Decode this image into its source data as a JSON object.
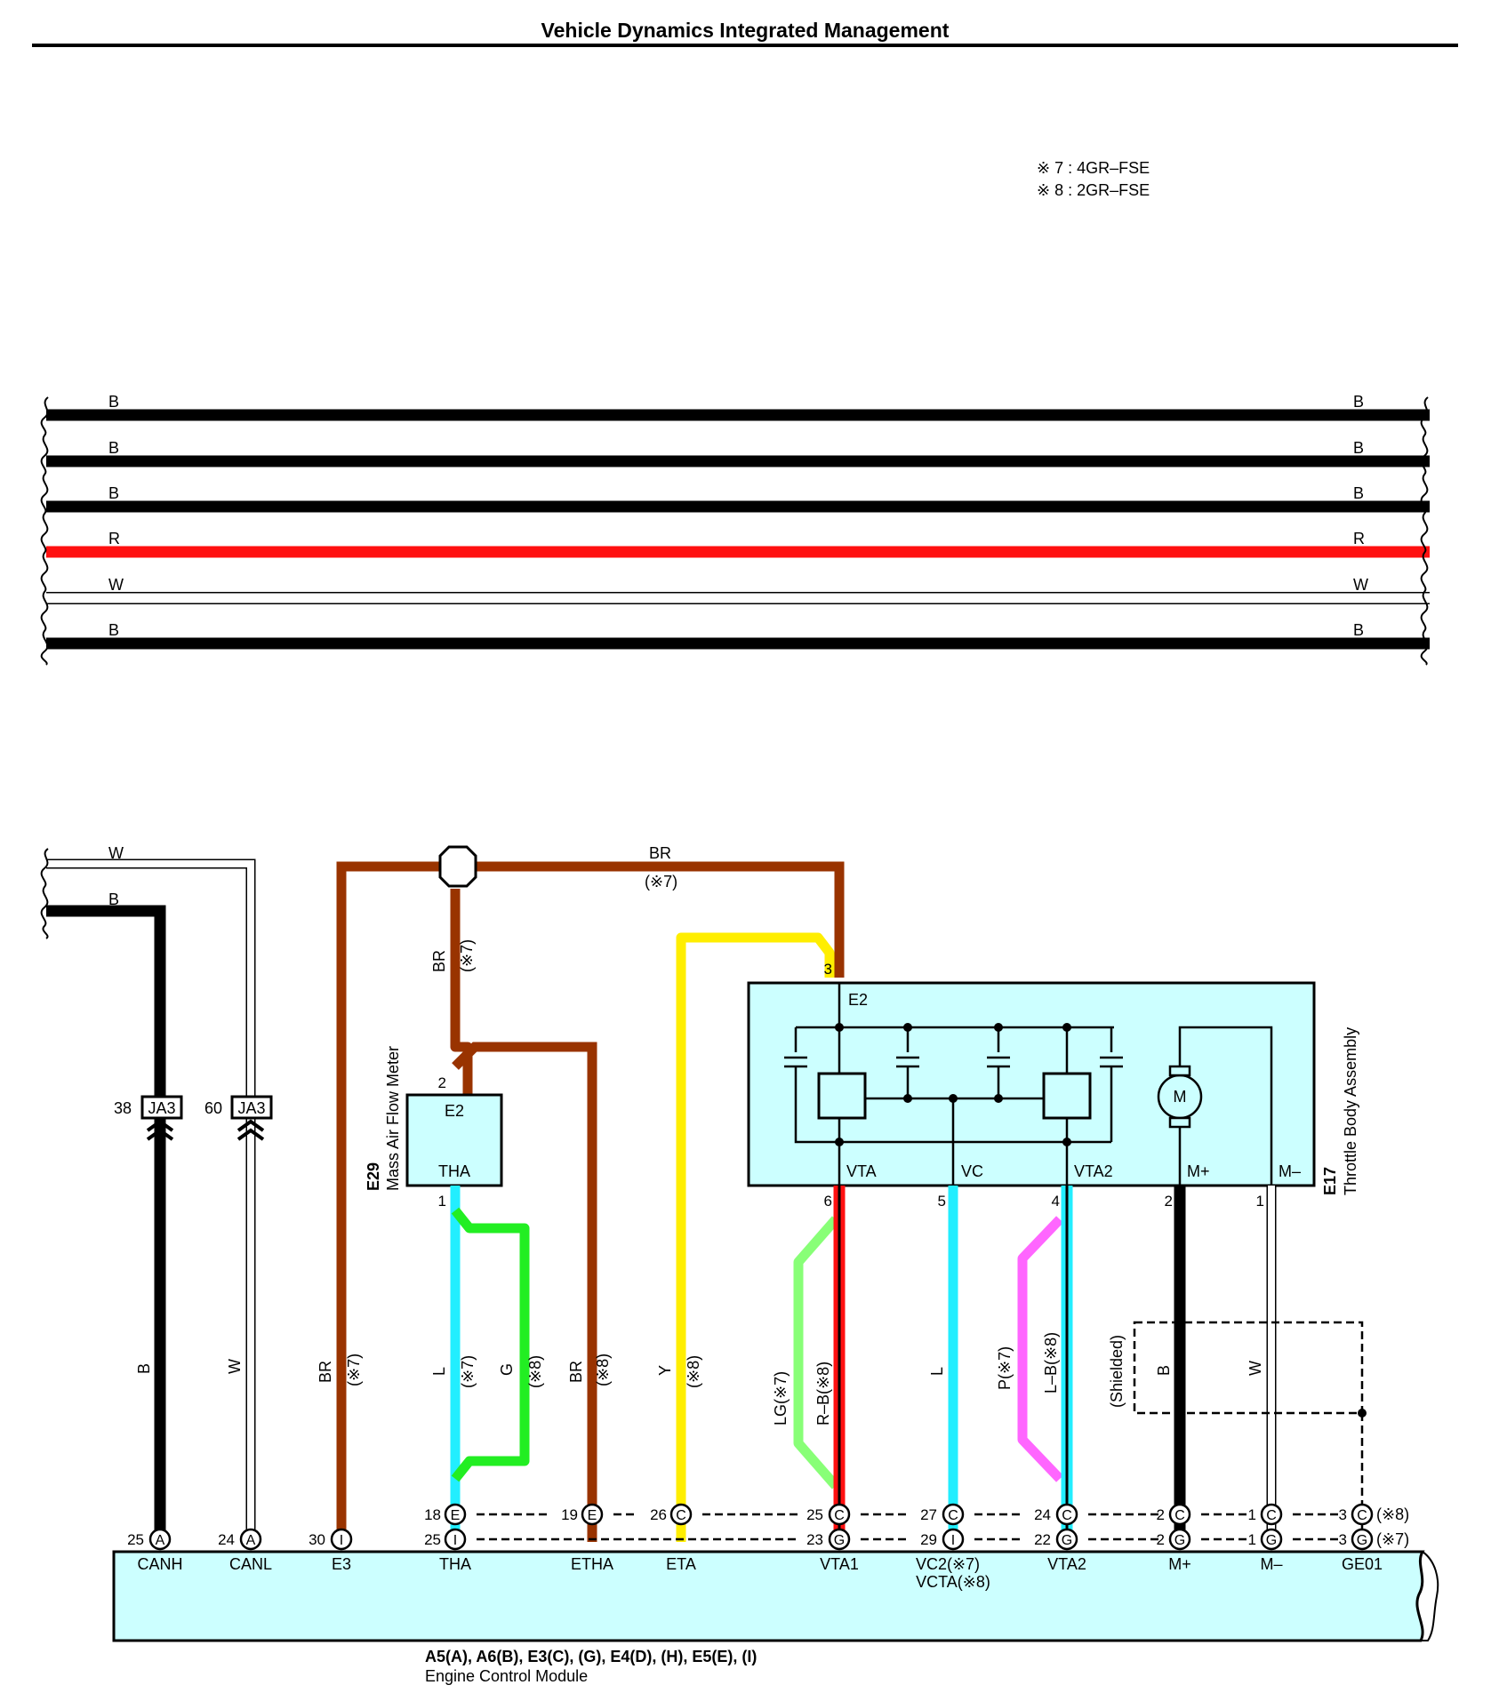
{
  "title": "Vehicle Dynamics Integrated Management",
  "notes": [
    "※ 7 : 4GR–FSE",
    "※ 8 : 2GR–FSE"
  ],
  "bus_wires": [
    {
      "code": "B",
      "color": "#000000"
    },
    {
      "code": "B",
      "color": "#000000"
    },
    {
      "code": "B",
      "color": "#000000"
    },
    {
      "code": "R",
      "color": "#ff1010"
    },
    {
      "code": "W",
      "color": "#ffffff"
    },
    {
      "code": "B",
      "color": "#000000"
    }
  ],
  "colors": {
    "brown": "#993300",
    "cyan": "#22eeff",
    "green": "#22ee22",
    "yellow": "#ffee00",
    "light_green": "#88ff77",
    "red": "#ff1010",
    "pink": "#ff66ff",
    "black": "#000000",
    "box_fill": "#ccffff"
  },
  "wire_labels": {
    "w": "W",
    "b": "B",
    "br": "BR",
    "br7": "(※7)",
    "br8": "(※8)",
    "l": "L",
    "l7": "(※7)",
    "g": "G",
    "g8": "(※8)",
    "y": "Y",
    "y8": "(※8)",
    "lg7": "LG(※7)",
    "rb8": "R–B(※8)",
    "p7": "P(※7)",
    "lb8": "L–B(※8)",
    "shielded": "(Shielded)"
  },
  "junction_connectors": [
    {
      "pin": "38",
      "label": "JA3"
    },
    {
      "pin": "60",
      "label": "JA3"
    }
  ],
  "mass_air_flow_meter": {
    "code": "E29",
    "name": "Mass Air Flow Meter",
    "terminals": [
      "E2",
      "THA"
    ],
    "pins": [
      "2",
      "1"
    ]
  },
  "throttle_body": {
    "code": "E17",
    "name": "Throttle Body Assembly",
    "top_terminal": "E2",
    "top_pin": "3",
    "terminals": [
      "VTA",
      "VC",
      "VTA2",
      "M+",
      "M–"
    ],
    "pins": [
      "6",
      "5",
      "4",
      "2",
      "1"
    ],
    "motor": "M"
  },
  "ecm_pins_row1": [
    {
      "num": "18",
      "conn": "E"
    },
    {
      "num": "19",
      "conn": "E"
    },
    {
      "num": "26",
      "conn": "C"
    },
    {
      "num": "25",
      "conn": "C"
    },
    {
      "num": "27",
      "conn": "C"
    },
    {
      "num": "24",
      "conn": "C"
    },
    {
      "num": "2",
      "conn": "C"
    },
    {
      "num": "1",
      "conn": "C"
    },
    {
      "num": "3",
      "conn": "C"
    }
  ],
  "ecm_pins_row2": [
    {
      "num": "25",
      "conn": "A"
    },
    {
      "num": "24",
      "conn": "A"
    },
    {
      "num": "30",
      "conn": "I"
    },
    {
      "num": "25",
      "conn": "I"
    },
    {
      "num": "23",
      "conn": "G"
    },
    {
      "num": "29",
      "conn": "I"
    },
    {
      "num": "22",
      "conn": "G"
    },
    {
      "num": "2",
      "conn": "G"
    },
    {
      "num": "1",
      "conn": "G"
    },
    {
      "num": "3",
      "conn": "G"
    }
  ],
  "variant_tags": {
    "row1": "(※8)",
    "row2": "(※7)"
  },
  "ecm_terminals": [
    "CANH",
    "CANL",
    "E3",
    "THA",
    "ETHA",
    "ETA",
    "VTA1",
    "VC2(※7)",
    "VCTA(※8)",
    "VTA2",
    "M+",
    "M–",
    "GE01"
  ],
  "ecm": {
    "connectors": "A5(A), A6(B), E3(C), (G), E4(D), (H), E5(E), (I)",
    "name": "Engine Control Module"
  }
}
